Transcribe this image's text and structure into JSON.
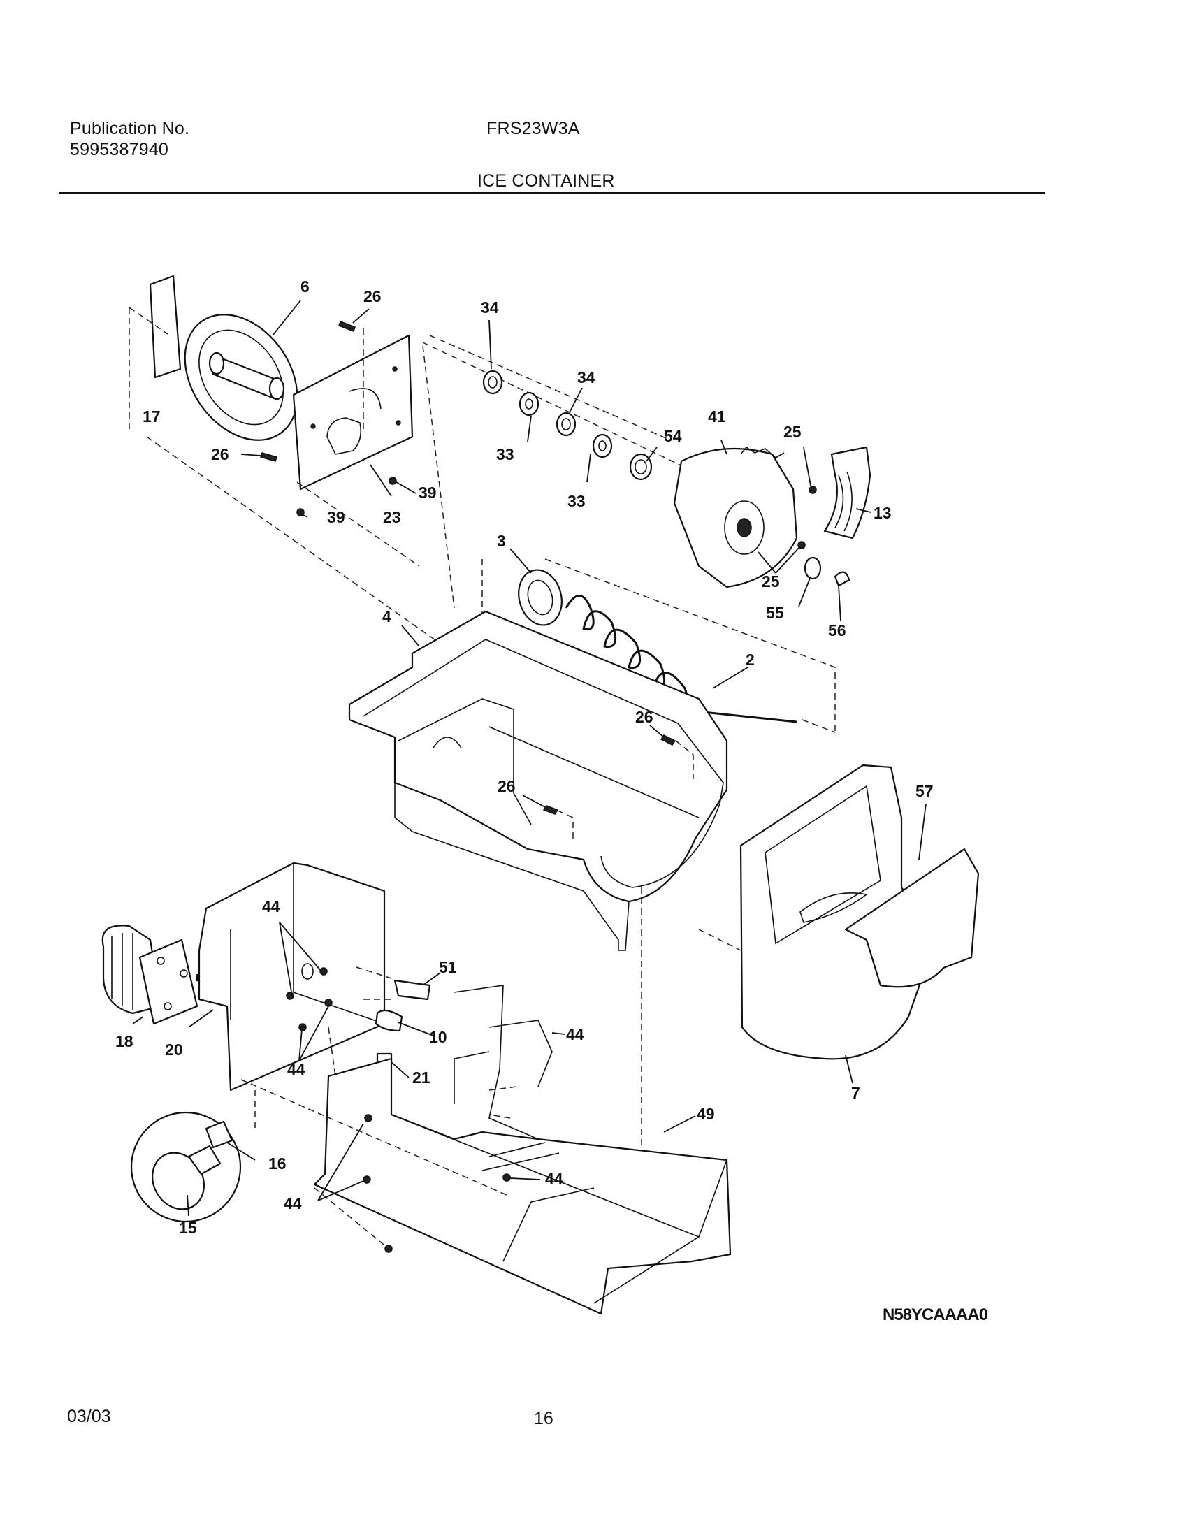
{
  "header": {
    "publication_label": "Publication No.",
    "publication_number": "5995387940",
    "model": "FRS23W3A",
    "section_title": "ICE CONTAINER"
  },
  "diagram": {
    "reference_code": "N58YCAAAA0",
    "callouts": [
      "6",
      "26",
      "34",
      "17",
      "34",
      "33",
      "41",
      "54",
      "25",
      "26",
      "39",
      "33",
      "13",
      "23",
      "39",
      "3",
      "25",
      "55",
      "56",
      "4",
      "2",
      "26",
      "57",
      "26",
      "44",
      "51",
      "10",
      "44",
      "18",
      "20",
      "44",
      "21",
      "49",
      "16",
      "44",
      "44",
      "7",
      "15"
    ]
  },
  "footer": {
    "date": "03/03",
    "page": "16"
  }
}
